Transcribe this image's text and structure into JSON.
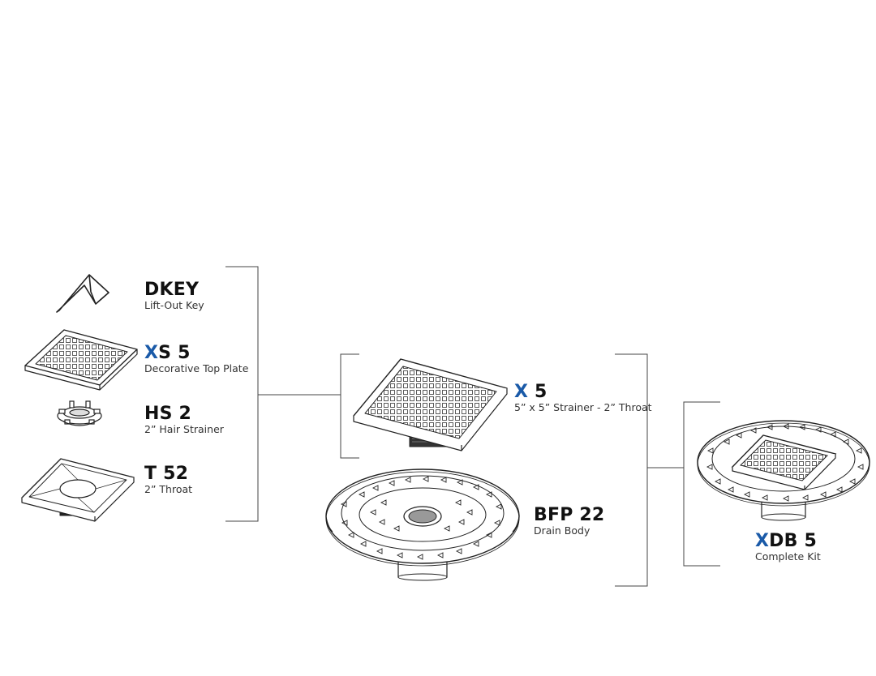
{
  "colors": {
    "accent": "#1a5aa8",
    "line": "#444444",
    "text": "#111111"
  },
  "components": [
    {
      "code_accent": "",
      "code_rest": "DKEY",
      "description": "Lift-Out Key"
    },
    {
      "code_accent": "X",
      "code_rest": "S 5",
      "description": "Decorative Top Plate"
    },
    {
      "code_accent": "",
      "code_rest": "HS 2",
      "description": "2” Hair Strainer"
    },
    {
      "code_accent": "",
      "code_rest": "T 52",
      "description": "2” Throat"
    }
  ],
  "assemblies": [
    {
      "code_accent": "X",
      "code_rest": " 5",
      "description": "5” x 5” Strainer - 2” Throat"
    },
    {
      "code_accent": "",
      "code_rest": "BFP 22",
      "description": "Drain Body"
    }
  ],
  "kit": {
    "code_accent": "X",
    "code_rest": "DB 5",
    "description": "Complete Kit"
  }
}
